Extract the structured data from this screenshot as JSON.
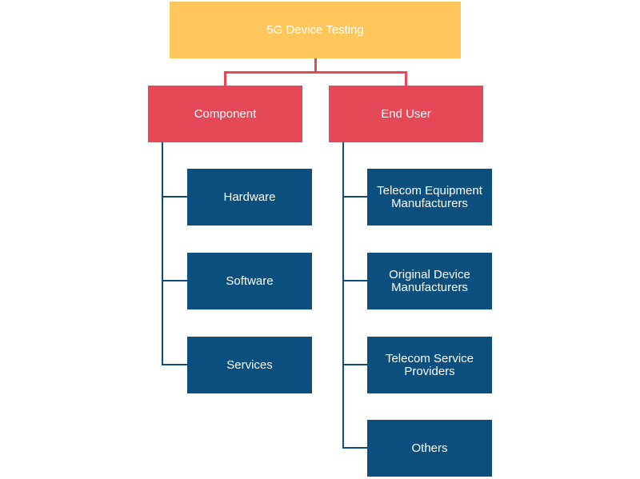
{
  "root": {
    "label": "5G Device Testing"
  },
  "categories": [
    {
      "label": "Component",
      "items": [
        "Hardware",
        "Software",
        "Services"
      ]
    },
    {
      "label": "End User",
      "items": [
        "Telecom Equipment Manufacturers",
        "Original Device Manufacturers",
        "Telecom Service Providers",
        "Others"
      ]
    }
  ],
  "colors": {
    "root": "#fec65b",
    "category": "#e54857",
    "leaf": "#0b4f7f",
    "text": "#ffffff"
  }
}
